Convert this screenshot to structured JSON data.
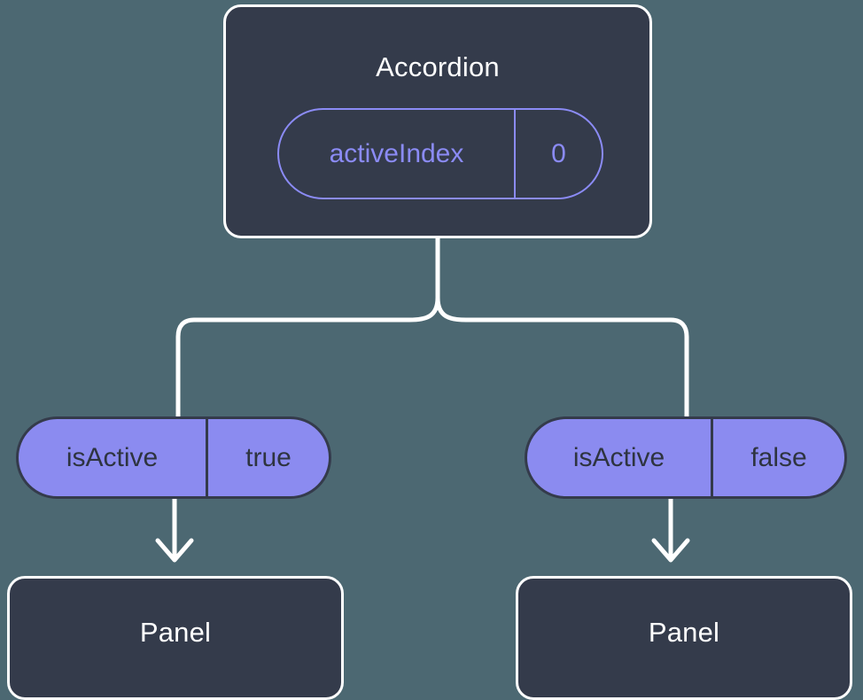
{
  "diagram": {
    "type": "component-state-tree",
    "background_color": "#4c6872",
    "node_fill": "#343b4b",
    "node_border": "#ffffff",
    "accent_color": "#8b8bf0",
    "accent_outline": "#8b8bf5",
    "connector_color": "#ffffff"
  },
  "root": {
    "title": "Accordion",
    "state_prop": {
      "key": "activeIndex",
      "value": "0"
    }
  },
  "branches": [
    {
      "prop": {
        "key": "isActive",
        "value": "true"
      },
      "child": {
        "title": "Panel"
      }
    },
    {
      "prop": {
        "key": "isActive",
        "value": "false"
      },
      "child": {
        "title": "Panel"
      }
    }
  ]
}
